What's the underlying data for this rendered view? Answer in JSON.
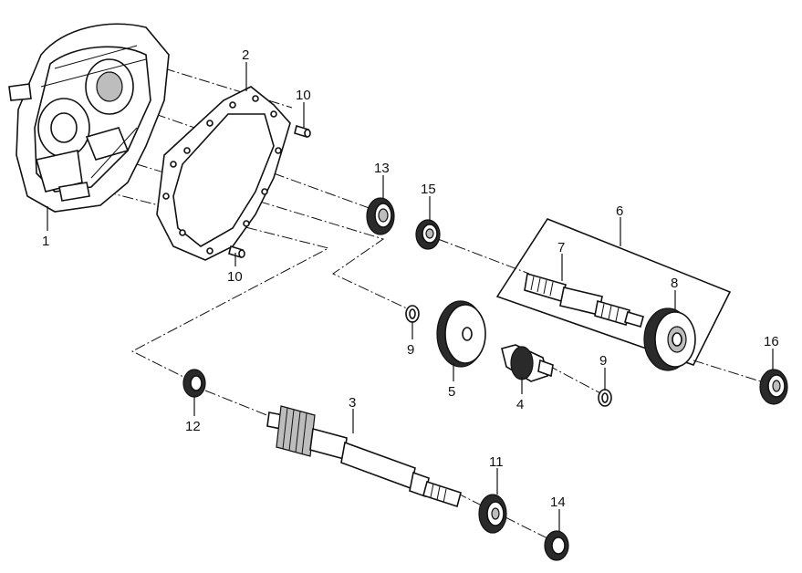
{
  "callouts": {
    "p1": "1",
    "p2": "2",
    "p3": "3",
    "p4": "4",
    "p5": "5",
    "p6": "6",
    "p7": "7",
    "p8": "8",
    "p9a": "9",
    "p9b": "9",
    "p10a": "10",
    "p10b": "10",
    "p11": "11",
    "p12": "12",
    "p13": "13",
    "p14": "14",
    "p15": "15",
    "p16": "16"
  }
}
